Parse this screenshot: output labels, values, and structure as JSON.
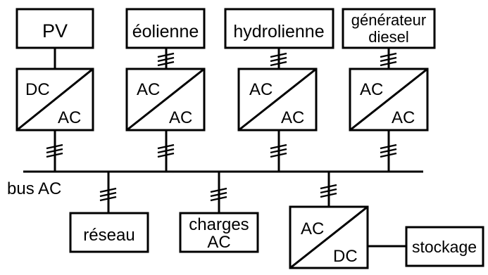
{
  "sources": [
    {
      "lines": [
        "PV"
      ]
    },
    {
      "lines": [
        "éolienne"
      ]
    },
    {
      "lines": [
        "hydrolienne"
      ]
    },
    {
      "lines": [
        "générateur",
        "diesel"
      ]
    }
  ],
  "source_converters": [
    {
      "top": "DC",
      "bottom": "AC"
    },
    {
      "top": "AC",
      "bottom": "AC"
    },
    {
      "top": "AC",
      "bottom": "AC"
    },
    {
      "top": "AC",
      "bottom": "AC"
    }
  ],
  "bus": {
    "label": "bus AC"
  },
  "loads": [
    {
      "lines": [
        "réseau"
      ]
    },
    {
      "lines": [
        "charges",
        "AC"
      ]
    }
  ],
  "storage_converter": {
    "top": "AC",
    "bottom": "DC"
  },
  "storage": {
    "label": "stockage"
  }
}
